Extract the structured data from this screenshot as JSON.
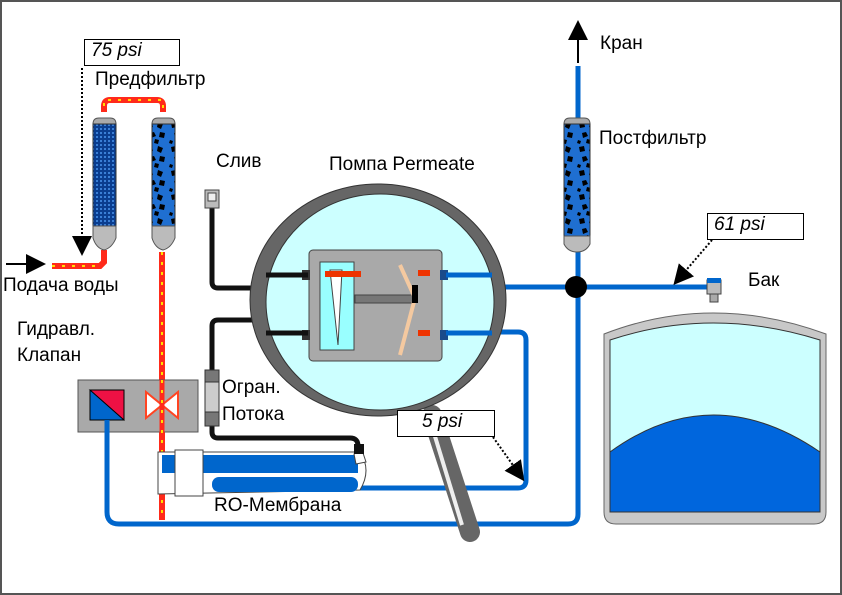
{
  "title": "Схема обратного осмоса с помпой Permeate",
  "labels": {
    "prefilter": "Предфильтр",
    "water_supply": "Подача воды",
    "hydraulic_valve_line1": "Гидравл.",
    "hydraulic_valve_line2": "Клапан",
    "drain": "Слив",
    "permeate_pump": "Помпа Permeate",
    "flow_restrictor_line1": "Огран.",
    "flow_restrictor_line2": "Потока",
    "ro_membrane": "RO-Мембрана",
    "faucet": "Кран",
    "postfilter": "Постфильтр",
    "tank": "Бак"
  },
  "pressure_readouts": {
    "inlet": "75 psi",
    "tank": "61 psi",
    "pump_outlet": "5 psi"
  },
  "colors": {
    "feed_line": "#ff2a1a",
    "feed_arrows": "#ffe000",
    "clean_water": "#0066cc",
    "drain_line": "#000000",
    "housing_gray": "#a9a9a9",
    "light_water": "#ccffff",
    "tank_water": "#0066dd"
  },
  "tank_fill_level": 0.55
}
